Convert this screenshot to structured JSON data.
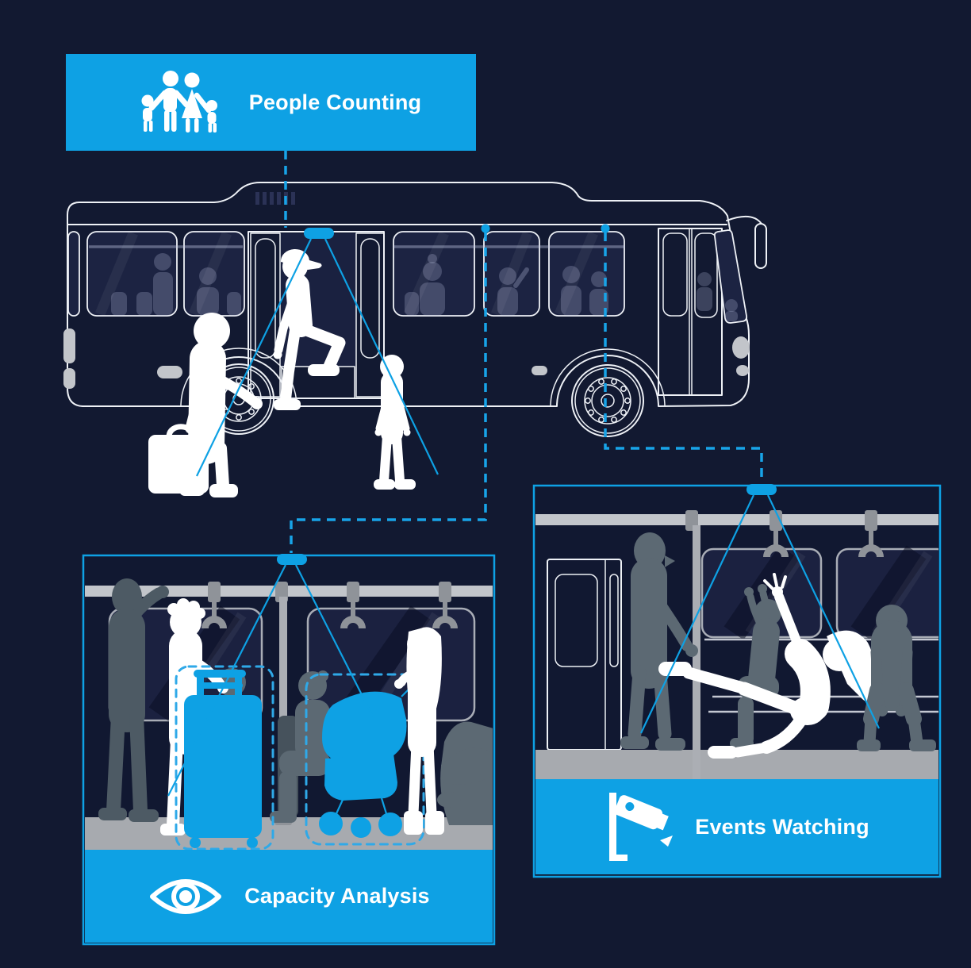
{
  "banner": {
    "label": "People Counting",
    "icon": "family-icon"
  },
  "capacity_panel": {
    "label": "Capacity Analysis",
    "icon": "eye-icon"
  },
  "events_panel": {
    "label": "Events Watching",
    "icon": "cctv-camera-icon"
  },
  "colors": {
    "accent_blue": "#0EA1E4",
    "background_navy": "#121931",
    "silhouette_white": "#FFFFFF",
    "silhouette_gray": "#5C6973",
    "floor_gray": "#A7AAAF"
  }
}
